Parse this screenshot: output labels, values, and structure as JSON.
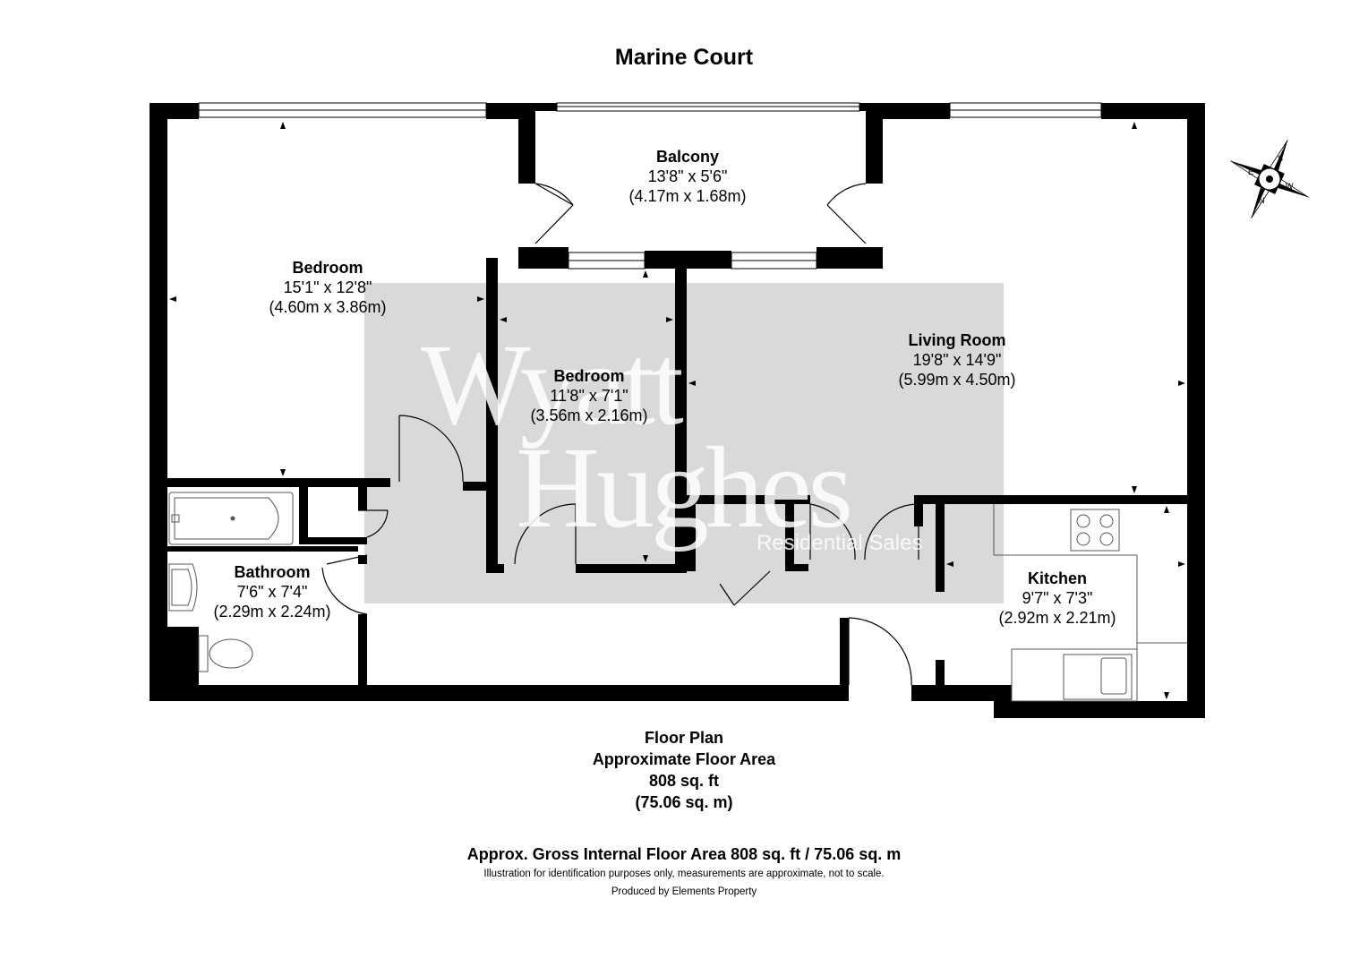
{
  "title": "Marine Court",
  "rooms": {
    "balcony": {
      "name": "Balcony",
      "imperial": "13'8\" x 5'6\"",
      "metric": "(4.17m x 1.68m)"
    },
    "bedroom1": {
      "name": "Bedroom",
      "imperial": "15'1\" x 12'8\"",
      "metric": "(4.60m x 3.86m)"
    },
    "bedroom2": {
      "name": "Bedroom",
      "imperial": "11'8\" x 7'1\"",
      "metric": "(3.56m x 2.16m)"
    },
    "living": {
      "name": "Living Room",
      "imperial": "19'8\" x 14'9\"",
      "metric": "(5.99m x 4.50m)"
    },
    "bathroom": {
      "name": "Bathroom",
      "imperial": "7'6\" x 7'4\"",
      "metric": "(2.29m x 2.24m)"
    },
    "kitchen": {
      "name": "Kitchen",
      "imperial": "9'7\" x 7'3\"",
      "metric": "(2.92m x 2.21m)"
    }
  },
  "watermark": {
    "line1": "Wyatt",
    "line2": "Hughes",
    "line3": "Residential Sales"
  },
  "compass": {
    "n": "N",
    "s": "S",
    "e": "E",
    "w": "W"
  },
  "summary": {
    "line1": "Floor Plan",
    "line2": "Approximate Floor Area",
    "line3": "808 sq. ft",
    "line4": "(75.06 sq. m)"
  },
  "footer": {
    "gross": "Approx. Gross Internal Floor Area 808 sq. ft / 75.06 sq. m",
    "disclaimer": "Illustration for identification purposes only, measurements are approximate, not to scale.",
    "produced": "Produced by Elements Property"
  },
  "colors": {
    "wall": "#000000",
    "watermark_panel": "#d9d9d9",
    "fixture": "#555555"
  }
}
